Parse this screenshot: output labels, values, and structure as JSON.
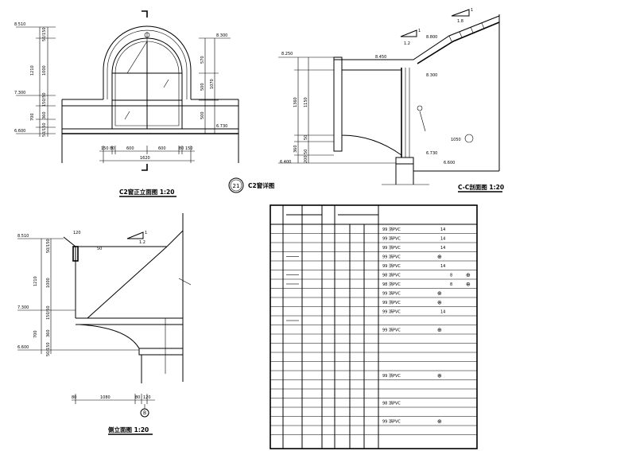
{
  "titles": {
    "front_elevation": "C2窗正立面图  1:20",
    "detail_label": "C2窗详图",
    "detail_number": "21",
    "section": "C-C剖面图  1:20",
    "side_elevation": "侧立面图  1:20"
  },
  "front": {
    "levels": [
      "8.510",
      "7.300",
      "6.600"
    ],
    "left_dims": [
      "50/150",
      "1210",
      "1000",
      "150/50",
      "700",
      "360",
      "50/150"
    ],
    "right_dims": [
      "8.300",
      "570",
      "500",
      "1070",
      "500",
      "6.730"
    ],
    "bottom_dims": [
      "150",
      "80",
      "600",
      "600",
      "80",
      "150"
    ],
    "total_width": "1620"
  },
  "section": {
    "levels": [
      "8.250",
      "8.450",
      "8.300",
      "8.800",
      "6.730",
      "6.600",
      "6.400"
    ],
    "slope_top": [
      "1",
      "1.8"
    ],
    "slope_left": [
      "1",
      "1.2"
    ],
    "left_dims": [
      "1360",
      "1150",
      "50",
      "360",
      "50",
      "200"
    ],
    "radius": "1050"
  },
  "side": {
    "levels": [
      "8.510",
      "7.300",
      "6.600"
    ],
    "top_dims": [
      "120",
      "50"
    ],
    "slope": [
      "1",
      "1.2"
    ],
    "left_dims": [
      "50/150",
      "1210",
      "1000",
      "150/50",
      "700",
      "360",
      "50/150"
    ],
    "bottom_dims": [
      "80",
      "1080",
      "80",
      "120"
    ],
    "axis": "B"
  },
  "table": {
    "rows": [
      {
        "spec": "99 浙PVC",
        "num": "14",
        "symbol": ""
      },
      {
        "spec": "99 浙PVC",
        "num": "14",
        "symbol": ""
      },
      {
        "spec": "99 浙PVC",
        "num": "14",
        "symbol": ""
      },
      {
        "spec": "99 浙PVC",
        "num": "",
        "symbol": "⊕"
      },
      {
        "spec": "99 浙PVC",
        "num": "14",
        "symbol": ""
      },
      {
        "spec": "98 浙PVC",
        "num": "8",
        "symbol": "⊕"
      },
      {
        "spec": "98 浙PVC",
        "num": "8",
        "symbol": "⊕"
      },
      {
        "spec": "99 浙PVC",
        "num": "",
        "symbol": "⊕"
      },
      {
        "spec": "99 浙PVC",
        "num": "",
        "symbol": "⊕"
      },
      {
        "spec": "99 浙PVC",
        "num": "14",
        "symbol": ""
      },
      {
        "spec": "99 浙PVC",
        "num": "",
        "symbol": "⊕"
      },
      {
        "spec": "99 浙PVC",
        "num": "",
        "symbol": "⊕"
      },
      {
        "spec": "98 浙PVC",
        "num": "",
        "symbol": ""
      },
      {
        "spec": "99 浙PVC",
        "num": "",
        "symbol": "⊕"
      }
    ]
  }
}
